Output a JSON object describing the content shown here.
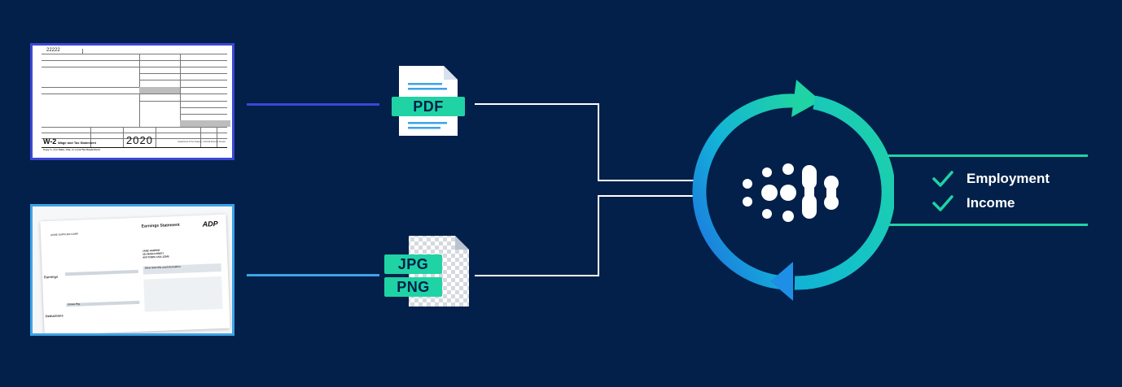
{
  "w2_form": {
    "control_code": "22222",
    "form_name": "W-2",
    "form_title": "Wage and Tax Statement",
    "year": "2020",
    "copy_line": "Copy 1—For State, City, or Local Tax Department",
    "department": "Department of the Treasury—Internal Revenue Service"
  },
  "earnings_statement": {
    "title": "Earnings Statement",
    "logo": "ADP",
    "company": "ACME SUPPLIES CORP",
    "employee_name": "JANE HARPER",
    "employee_street": "161 MAIN STREET",
    "employee_city": "ANYTOWN, USA 12345",
    "section_earnings": "Earnings",
    "section_deductions": "Deductions",
    "other_benefits": "Other Benefits and Information",
    "gross_pay": "Gross Pay"
  },
  "inputs": {
    "pdf_label": "PDF",
    "jpg_label": "JPG",
    "png_label": "PNG"
  },
  "outputs": [
    {
      "label": "Employment"
    },
    {
      "label": "Income"
    }
  ],
  "colors": {
    "background": "#02204a",
    "teal": "#1fd3a4",
    "blue": "#3ea3e6",
    "w2_border": "#3b47d6",
    "wire": "#ffffff"
  }
}
